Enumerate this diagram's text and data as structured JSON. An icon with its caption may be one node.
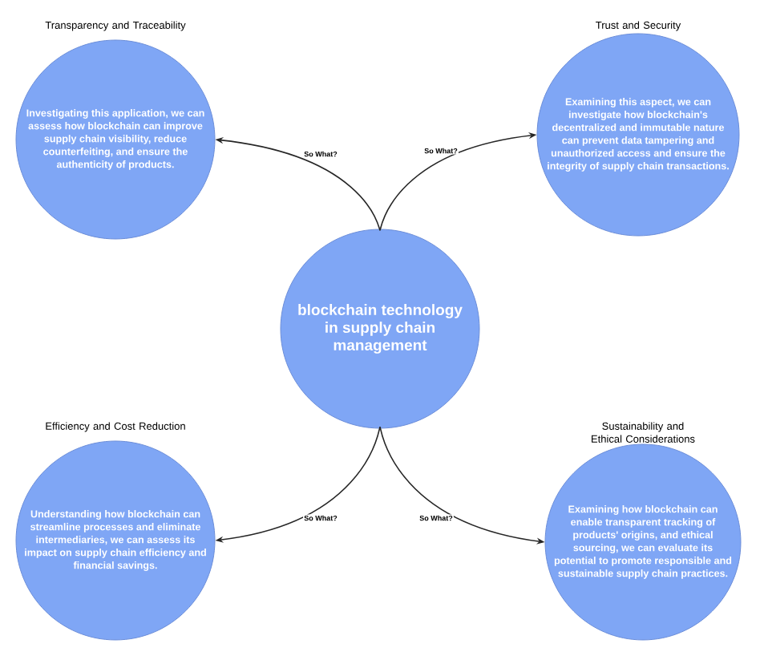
{
  "diagram": {
    "nodes": [
      {
        "text": [
          "Transparency and Traceability",
          "Investigating this application, we can assess how blockchain can improve supply chain visibility, reduce counterfeiting, and ensure the authenticity of products."
        ]
      },
      {
        "text": [
          "Trust and Security",
          "Examining this aspect, we can investigate how blockchain's decentralized and immutable nature can prevent data tampering and unauthorized access and ensure the integrity of supply chain transactions."
        ]
      },
      {
        "text": [
          "blockchain technology in supply chain management"
        ]
      },
      {
        "text": [
          "Efficiency and Cost Reduction",
          "Understanding how blockchain can streamline processes and eliminate intermediaries, we can assess its impact on supply chain efficiency and financial savings."
        ]
      },
      {
        "text": [
          "Sustainability and Ethical Considerations",
          "Examining how blockchain can enable transparent tracking of products' origins, and ethical sourcing, we can evaluate its potential to promote responsible and sustainable supply chain practices."
        ]
      }
    ],
    "edges": [
      {
        "from": 2,
        "to": 0,
        "arrow": "to",
        "label": "So What?"
      },
      {
        "from": 2,
        "to": 1,
        "arrow": "to",
        "label": "So What?"
      },
      {
        "from": 2,
        "to": 3,
        "arrow": "to",
        "label": "So What?"
      },
      {
        "from": 2,
        "to": 4,
        "arrow": "to",
        "label": "So What?"
      }
    ]
  }
}
